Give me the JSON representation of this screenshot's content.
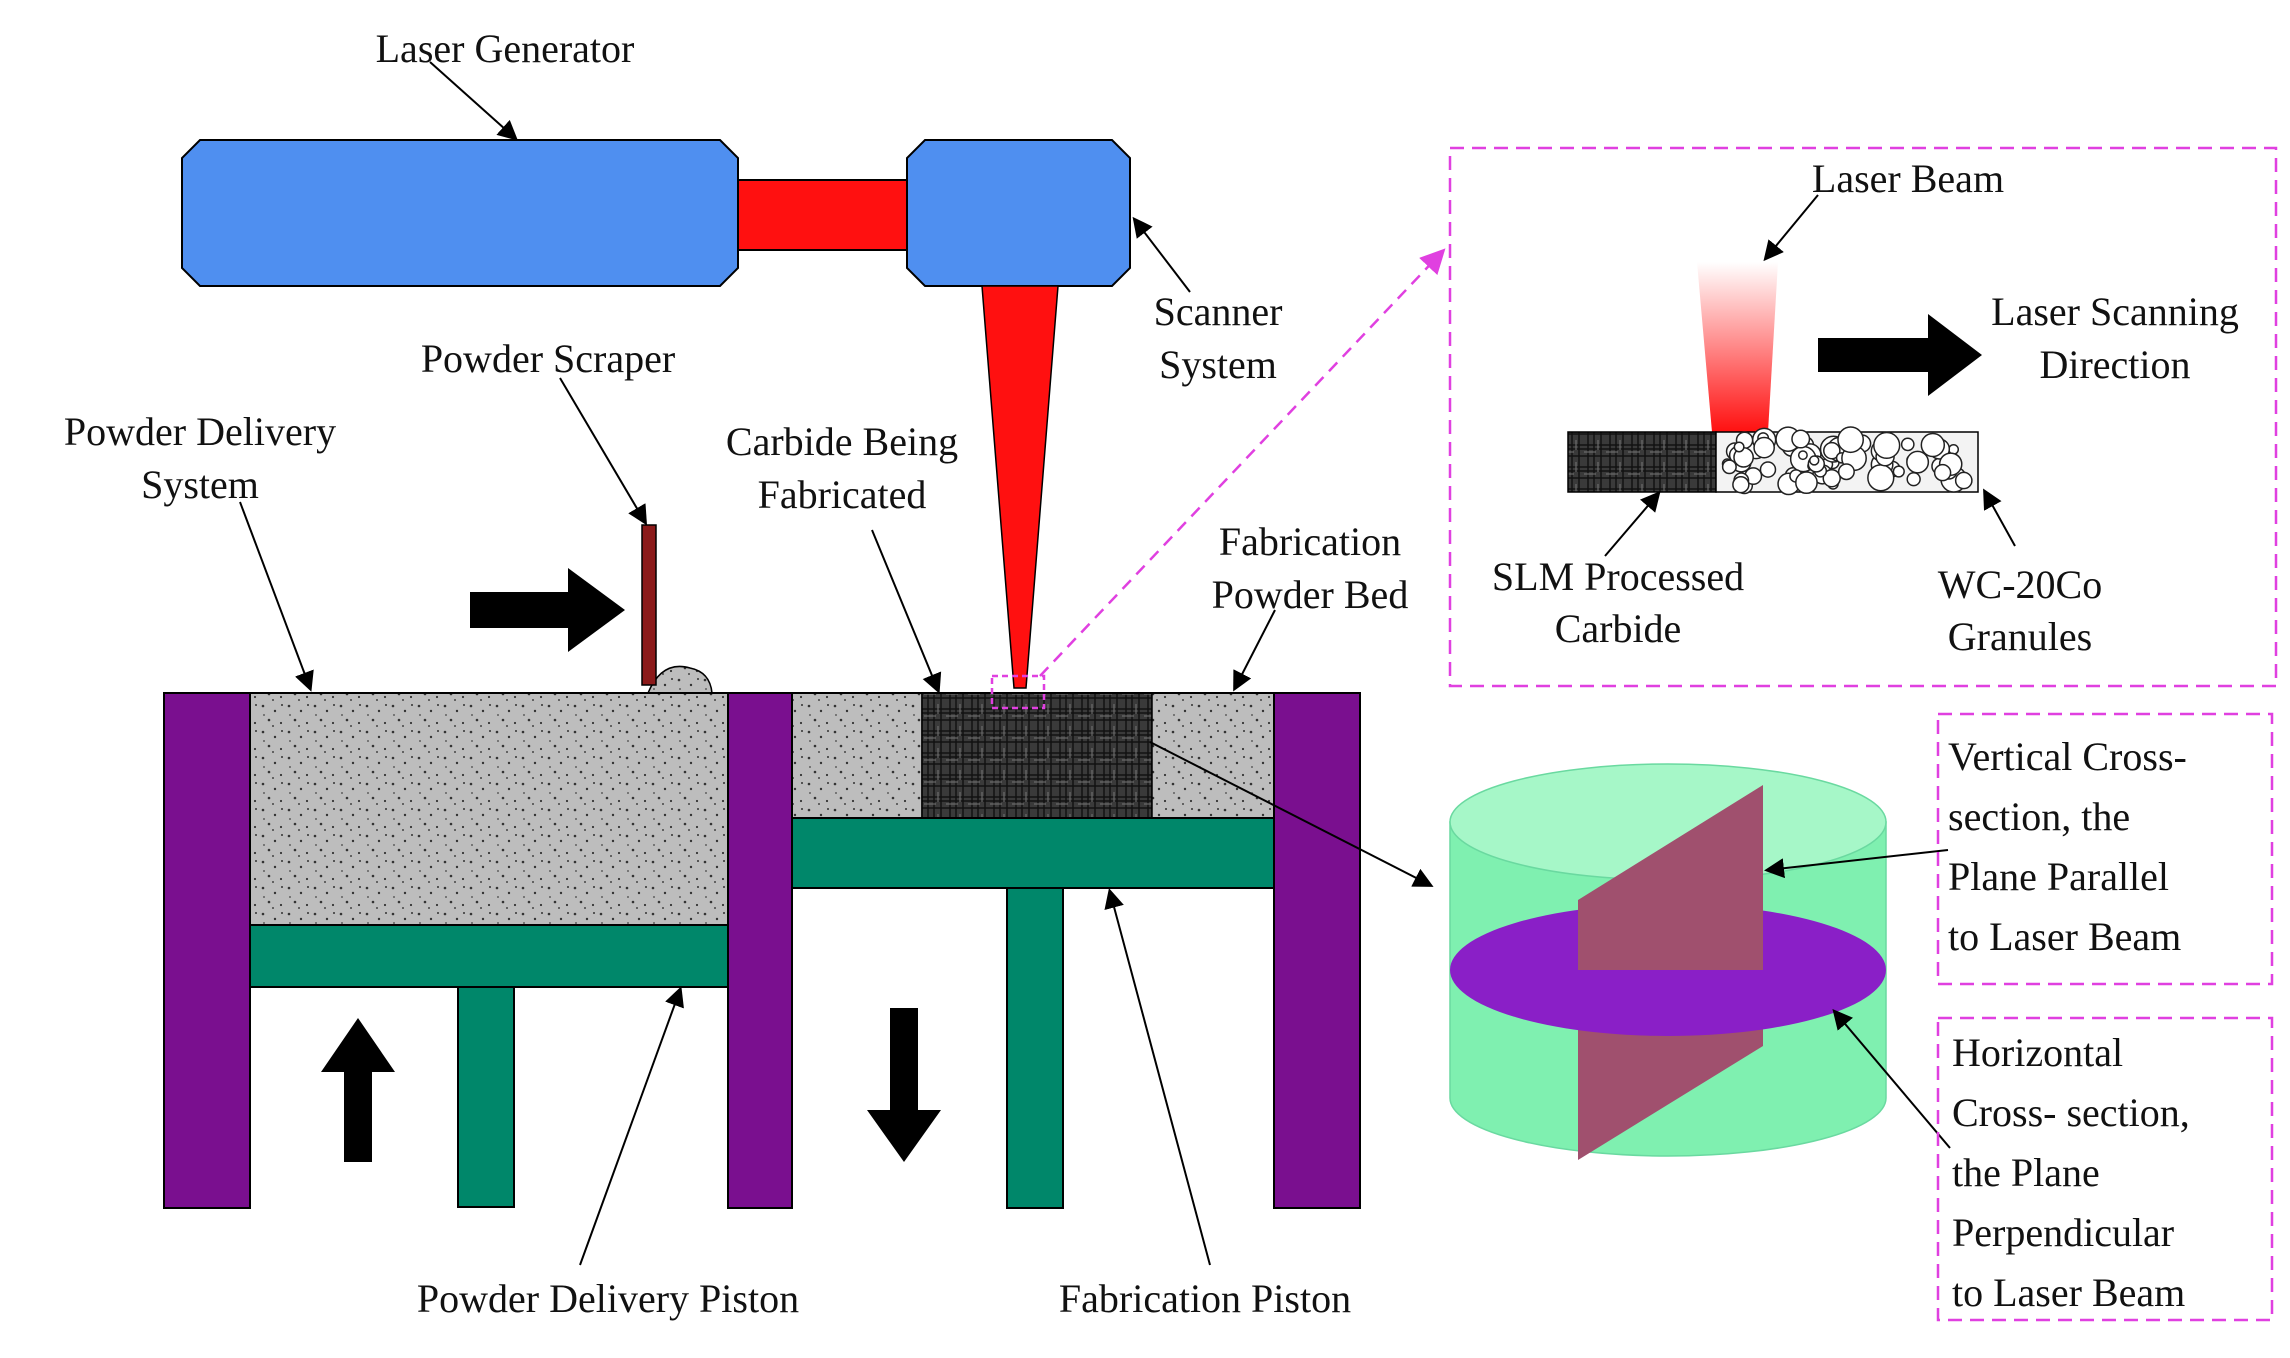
{
  "labels": {
    "laser_generator": "Laser Generator",
    "scanner_line1": "Scanner",
    "scanner_line2": "System",
    "powder_scraper": "Powder Scraper",
    "powder_delivery_system_line1": "Powder Delivery",
    "powder_delivery_system_line2": "System",
    "carbide_line1": "Carbide Being",
    "carbide_line2": "Fabricated",
    "fab_bed_line1": "Fabrication",
    "fab_bed_line2": "Powder Bed",
    "powder_delivery_piston": "Powder Delivery Piston",
    "fabrication_piston": "Fabrication Piston"
  },
  "inset": {
    "laser_beam": "Laser Beam",
    "scan_dir_line1": "Laser Scanning",
    "scan_dir_line2": "Direction",
    "slm_line1": "SLM Processed",
    "slm_line2": "Carbide",
    "wc_line1": "WC-20Co",
    "wc_line2": "Granules"
  },
  "cross_sections": {
    "vertical_lines": [
      "Vertical Cross-",
      "section, the",
      "Plane Parallel",
      "to Laser Beam"
    ],
    "horizontal_lines": [
      "Horizontal",
      "Cross- section,",
      "the Plane",
      "Perpendicular",
      "to Laser Beam"
    ]
  },
  "colors": {
    "laser_blue": "#4f8ff0",
    "laser_red": "#ff1010",
    "wall_purple": "#7a0f8f",
    "piston_green": "#00876a",
    "powder_gray": "#bdbdbd",
    "scraper_brown": "#8b1a1a",
    "inset_border": "#e040e0",
    "cylinder_green": "#7ff0b0",
    "plane_purple": "#8a1fc7",
    "plane_mauve": "#a0506e"
  }
}
